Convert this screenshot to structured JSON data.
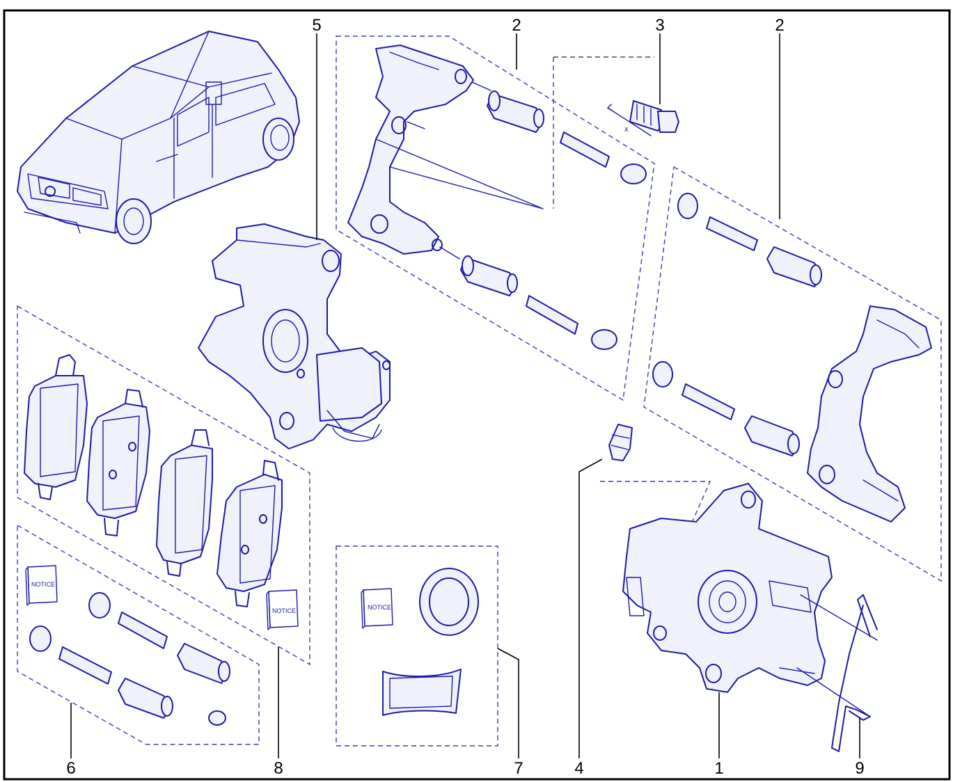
{
  "diagram": {
    "colors": {
      "line": "#1a1aa6",
      "fill": "#f1f1fb",
      "frame": "#000000"
    },
    "callouts": [
      {
        "id": "c5",
        "label": "5"
      },
      {
        "id": "c2a",
        "label": "2"
      },
      {
        "id": "c3",
        "label": "3"
      },
      {
        "id": "c2b",
        "label": "2"
      },
      {
        "id": "c6",
        "label": "6"
      },
      {
        "id": "c8",
        "label": "8"
      },
      {
        "id": "c7",
        "label": "7"
      },
      {
        "id": "c4",
        "label": "4"
      },
      {
        "id": "c1",
        "label": "1"
      },
      {
        "id": "c9",
        "label": "9"
      }
    ],
    "notice_label": "NOTICE",
    "dimension_label": "x"
  }
}
